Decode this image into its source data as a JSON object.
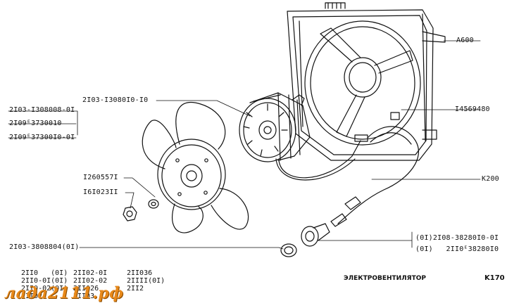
{
  "callouts": {
    "a600": "A600",
    "fan_motor": "2I03-I3080I0-I0",
    "assembly_1": "2I03-I308008-0I",
    "assembly_2": "2I09ᴱ3730010",
    "assembly_3": "2I09ᴱ37300I0-0I",
    "nut": "I260557I",
    "washer": "I6I023II",
    "clip": "I4569480",
    "k200": "K200",
    "seal": "2I03-3808804(0I)",
    "switch_1": "(0I)2I08-38280I0-0I",
    "switch_2": "(0I)   2II0ᴱ38280I0"
  },
  "models": {
    "col1": [
      "2II0   (0I)",
      "2II0-0I(0I)",
      "2II0-02(0I)",
      "2II02"
    ],
    "col2": [
      "2II02-0I",
      "2II02-02",
      "2II026",
      "2II03"
    ],
    "col3": [
      "2II036",
      "2IIII(0I)",
      "2II2"
    ]
  },
  "title": "ЭЛЕКТРОВЕНТИЛЯТОР",
  "page_code": "K170",
  "watermark": "лада2111.рф",
  "colors": {
    "ink": "#111111",
    "watermark": "#e8891a"
  }
}
